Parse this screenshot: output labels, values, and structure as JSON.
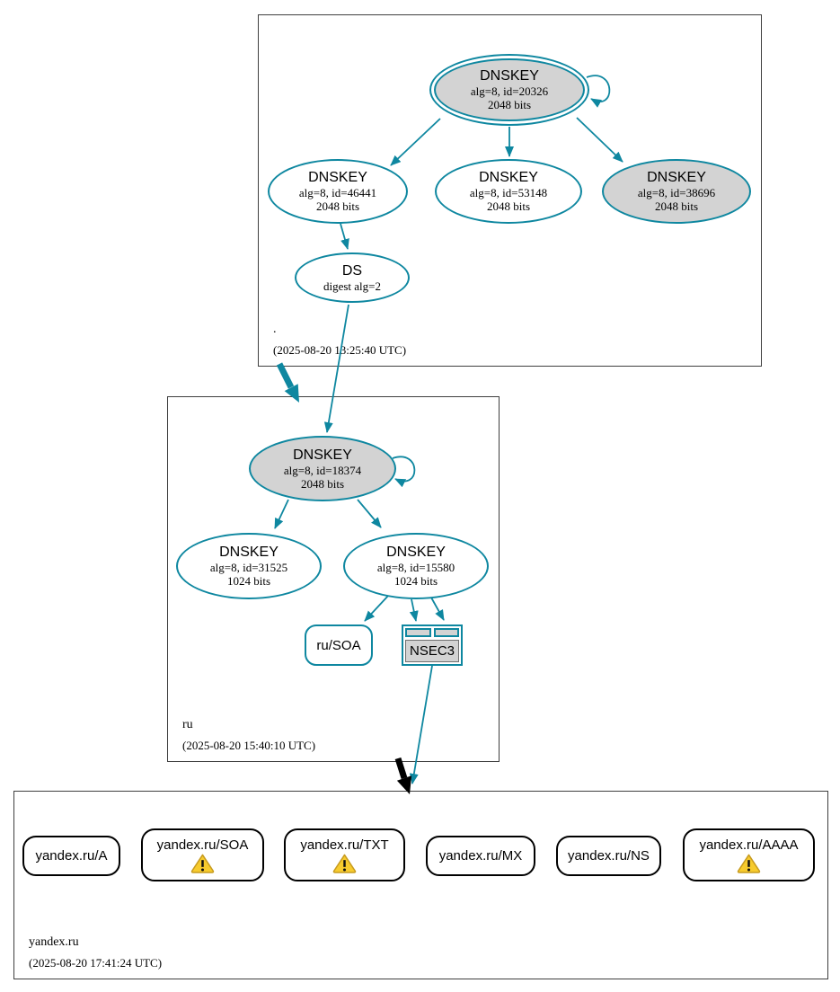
{
  "colors": {
    "edge_secure": "#0e87a0",
    "edge_insecure": "#000000",
    "ksk_fill": "#d3d3d3",
    "node_fill": "#ffffff",
    "zone_border": "#3f3f3f",
    "warning_fill": "#f7cb2d",
    "warning_stroke": "#c79b1f"
  },
  "zones": {
    "root": {
      "label": ".",
      "timestamp": "(2025-08-20 13:25:40 UTC)"
    },
    "ru": {
      "label": "ru",
      "timestamp": "(2025-08-20 15:40:10 UTC)"
    },
    "yandex": {
      "label": "yandex.ru",
      "timestamp": "(2025-08-20 17:41:24 UTC)"
    }
  },
  "nodes": {
    "root_ksk_20326": {
      "title": "DNSKEY",
      "alg": "alg=8, id=20326",
      "bits": "2048 bits"
    },
    "root_dnskey_46441": {
      "title": "DNSKEY",
      "alg": "alg=8, id=46441",
      "bits": "2048 bits"
    },
    "root_dnskey_53148": {
      "title": "DNSKEY",
      "alg": "alg=8, id=53148",
      "bits": "2048 bits"
    },
    "root_dnskey_38696": {
      "title": "DNSKEY",
      "alg": "alg=8, id=38696",
      "bits": "2048 bits"
    },
    "root_ds": {
      "title": "DS",
      "alg": "digest alg=2"
    },
    "ru_ksk_18374": {
      "title": "DNSKEY",
      "alg": "alg=8, id=18374",
      "bits": "2048 bits"
    },
    "ru_dnskey_31525": {
      "title": "DNSKEY",
      "alg": "alg=8, id=31525",
      "bits": "1024 bits"
    },
    "ru_dnskey_15580": {
      "title": "DNSKEY",
      "alg": "alg=8, id=15580",
      "bits": "1024 bits"
    },
    "ru_soa": {
      "label": "ru/SOA"
    },
    "ru_nsec3": {
      "label": "NSEC3"
    }
  },
  "rrsets": [
    {
      "label": "yandex.ru/A",
      "warning": false
    },
    {
      "label": "yandex.ru/SOA",
      "warning": true
    },
    {
      "label": "yandex.ru/TXT",
      "warning": true
    },
    {
      "label": "yandex.ru/MX",
      "warning": false
    },
    {
      "label": "yandex.ru/NS",
      "warning": false
    },
    {
      "label": "yandex.ru/AAAA",
      "warning": true
    }
  ],
  "icons": {
    "warning": "warning-icon"
  }
}
